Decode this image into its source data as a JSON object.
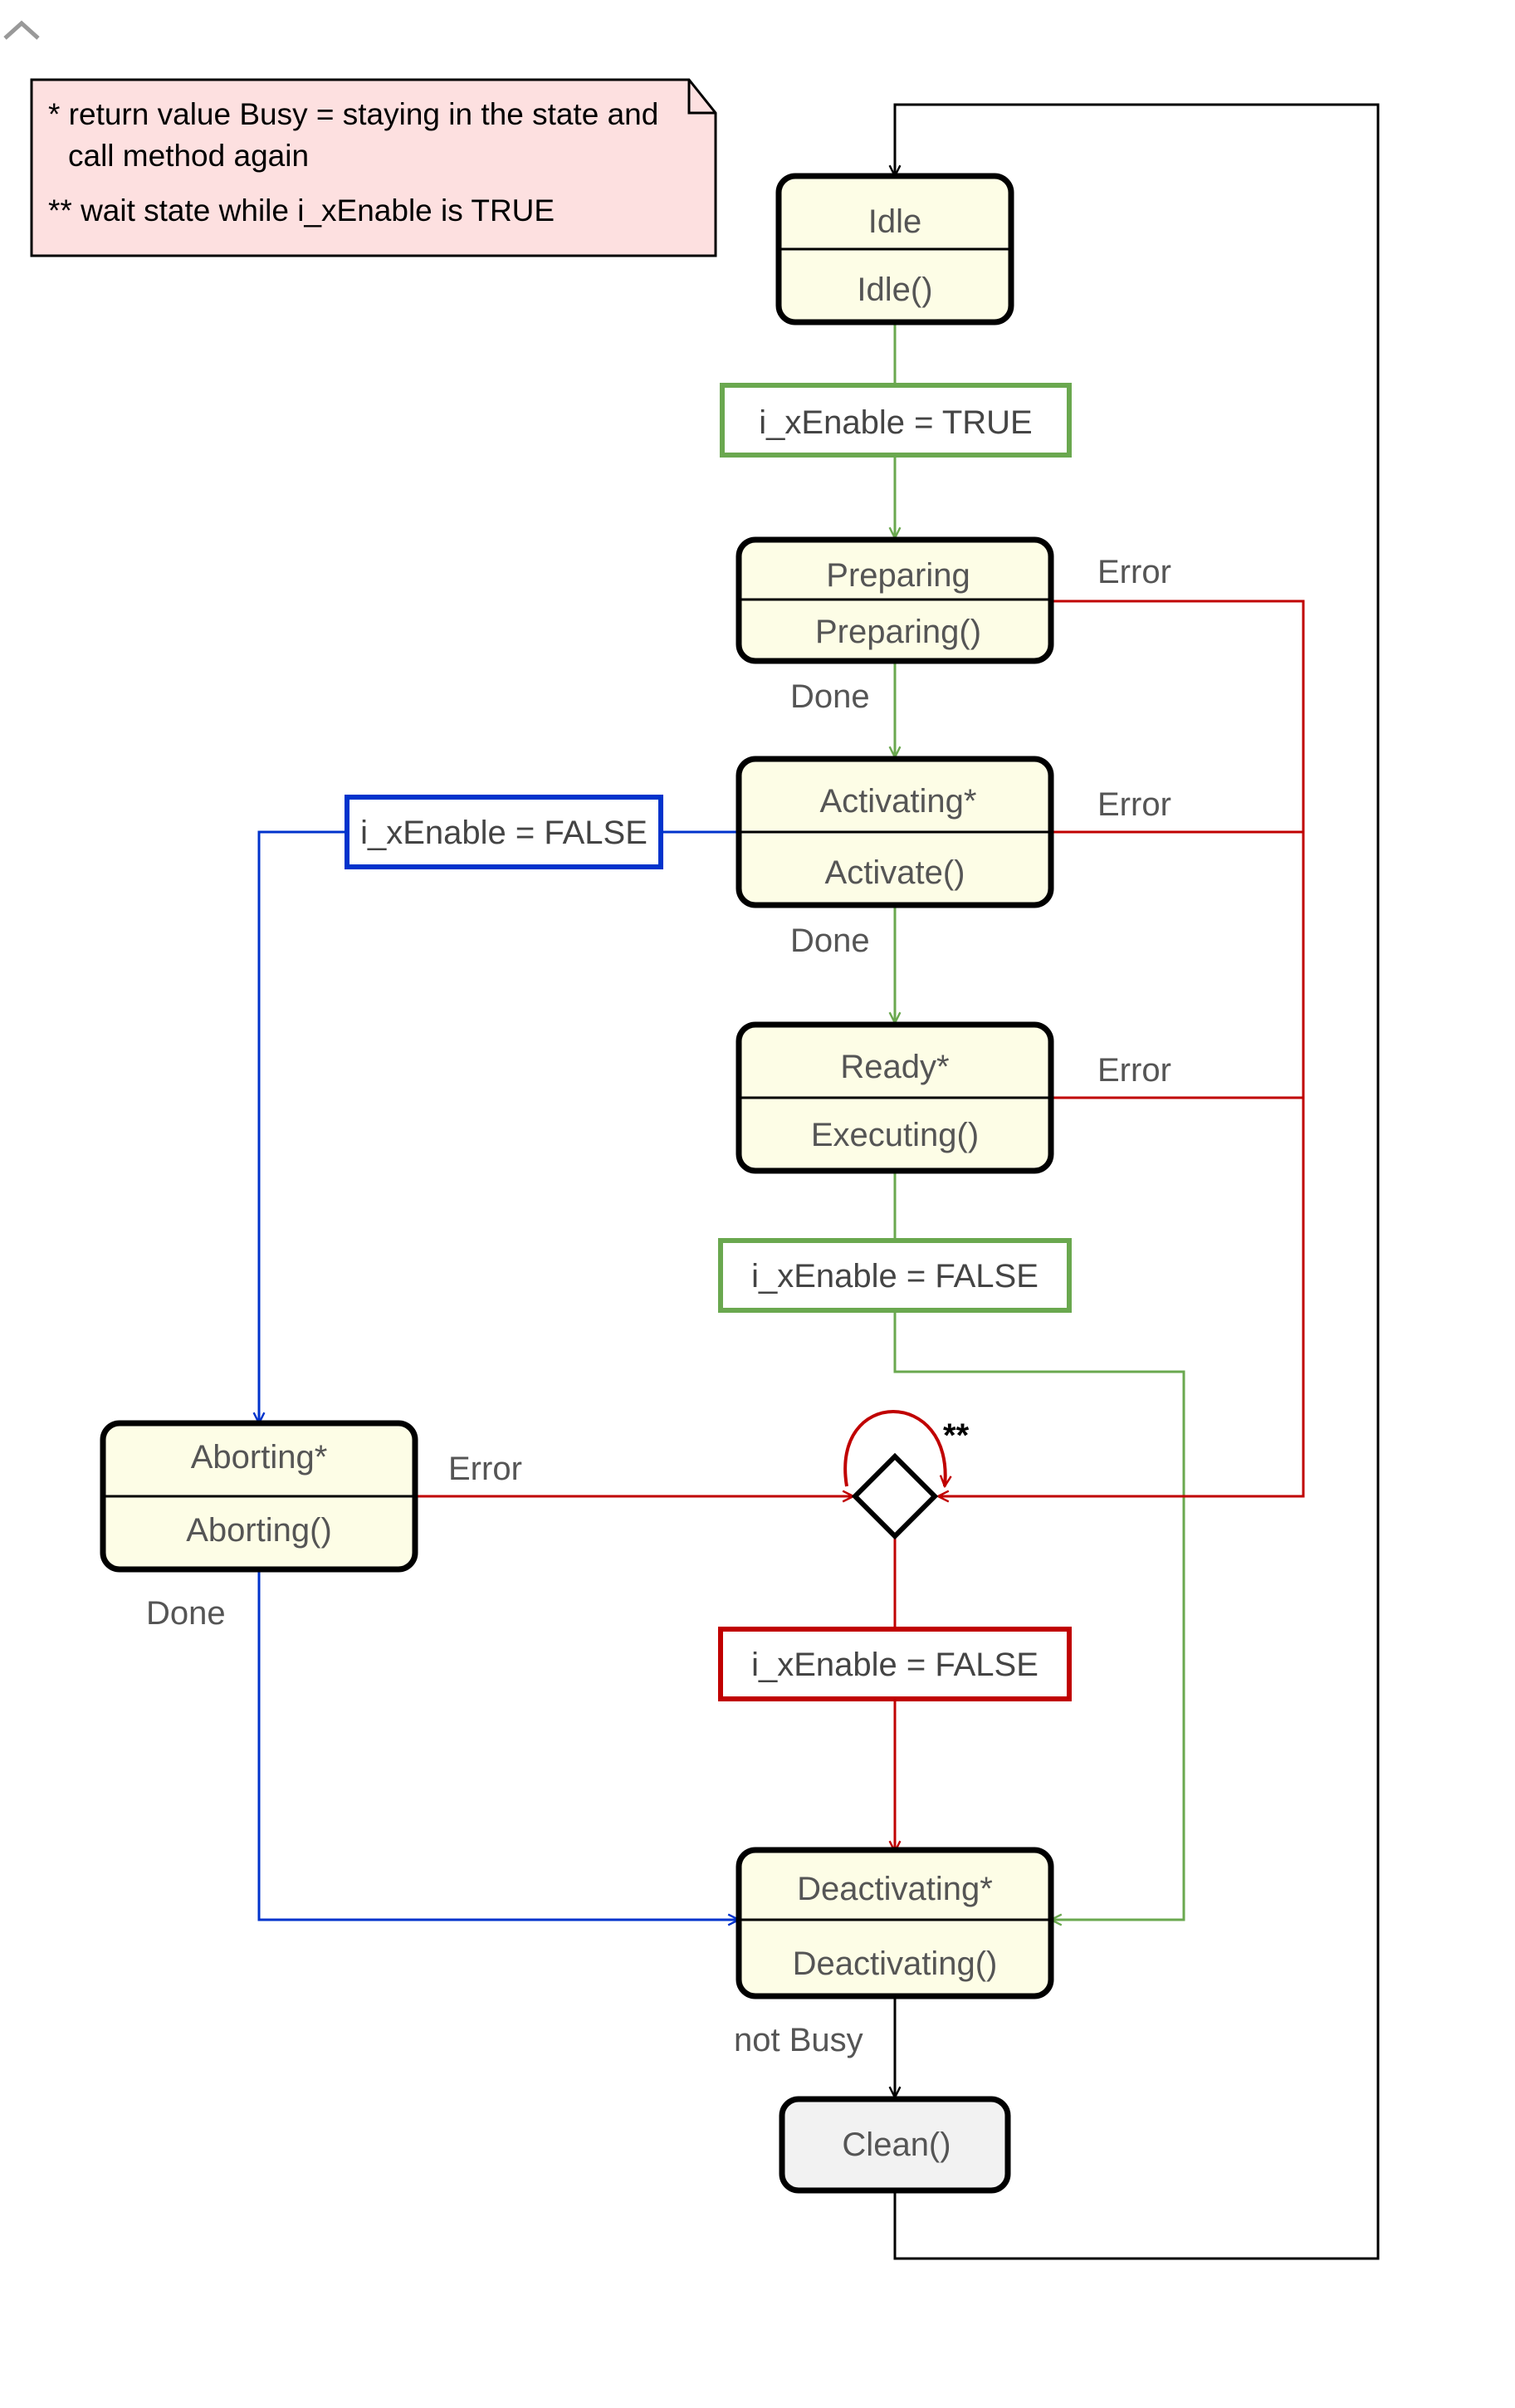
{
  "note": {
    "line1": "* return value Busy = staying in the state and",
    "line2": "call method again",
    "line3": "** wait state while i_xEnable is TRUE"
  },
  "states": {
    "idle": {
      "title": "Idle",
      "method": "Idle()"
    },
    "preparing": {
      "title": "Preparing",
      "method": "Preparing()"
    },
    "activating": {
      "title": "Activating*",
      "method": "Activate()"
    },
    "ready": {
      "title": "Ready*",
      "method": "Executing()"
    },
    "aborting": {
      "title": "Aborting*",
      "method": "Aborting()"
    },
    "deactivating": {
      "title": "Deactivating*",
      "method": "Deactivating()"
    },
    "clean": {
      "method": "Clean()"
    }
  },
  "guards": {
    "enable_true": "i_xEnable = TRUE",
    "disable_from_activating": "i_xEnable = FALSE",
    "disable_from_ready": "i_xEnable = FALSE",
    "disable_from_wait": "i_xEnable = FALSE"
  },
  "labels": {
    "error_preparing": "Error",
    "error_activating": "Error",
    "error_ready": "Error",
    "error_aborting": "Error",
    "done_preparing": "Done",
    "done_activating": "Done",
    "done_aborting": "Done",
    "not_busy": "not Busy",
    "wait_marker": "**"
  },
  "colors": {
    "success": "#6aa84f",
    "error": "#c00000",
    "abort": "#0033cc",
    "state_fill": "#fdfde6",
    "clean_fill": "#f2f2f2",
    "note_fill": "#fde0e0",
    "collapse_icon": "#999999"
  }
}
